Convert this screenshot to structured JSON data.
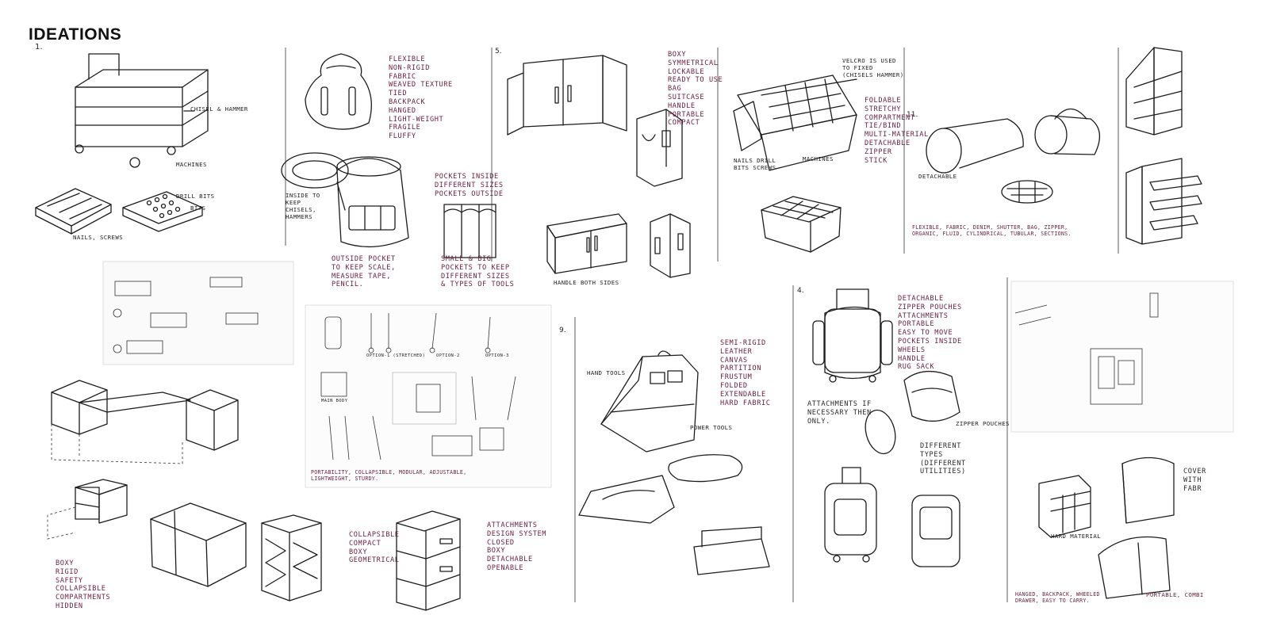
{
  "title": "IDEATIONS",
  "section_numbers": {
    "n1": "1.",
    "n4": "4.",
    "n5": "5.",
    "n9": "9.",
    "n11": "11."
  },
  "notes": {
    "sack": [
      "FLEXIBLE",
      "NON-RIGID",
      "FABRIC",
      "WEAVED TEXTURE",
      "TIED",
      "BACKPACK",
      "HANGED",
      "LIGHT-WEIGHT",
      "FRAGILE",
      "FLUFFY"
    ],
    "box5": [
      "BOXY",
      "SYMMETRICAL",
      "LOCKABLE",
      "READY TO USE",
      "BAG",
      "SUITCASE",
      "HANDLE",
      "PORTABLE",
      "COMPACT"
    ],
    "foldable": [
      "FOLDABLE",
      "STRETCHY",
      "COMPARTMENT",
      "TIE/BIND",
      "MULTI-MATERIAL",
      "DETACHABLE",
      "ZIPPER",
      "STICK"
    ],
    "pockets": [
      "POCKETS INSIDE",
      "DIFFERENT SIZES",
      "POCKETS OUTSIDE"
    ],
    "outside_pocket": [
      "OUTSIDE POCKET",
      "TO KEEP SCALE,",
      "MEASURE TAPE,",
      "PENCIL."
    ],
    "small_pockets": [
      "SMALL & BIG",
      "POCKETS TO KEEP",
      "DIFFERENT SIZES",
      "& TYPES OF TOOLS"
    ],
    "cylinder": [
      "FLEXIBLE, FABRIC, DENIM, SHUTTER, BAG, ZIPPER,",
      "ORGANIC, FLUID, CYLINDRICAL, TUBULAR, SECTIONS."
    ],
    "semi_rigid": [
      "SEMI-RIGID",
      "LEATHER",
      "CANVAS",
      "PARTITION",
      "FRUSTUM",
      "FOLDED",
      "EXTENDABLE",
      "HARD FABRIC"
    ],
    "detachable": [
      "DETACHABLE",
      "ZIPPER POUCHES",
      "ATTACHMENTS",
      "PORTABLE",
      "EASY TO MOVE",
      "POCKETS INSIDE",
      "WHEELS",
      "HANDLE",
      "RUG SACK"
    ],
    "collapsible": [
      "COLLAPSIBLE",
      "COMPACT",
      "BOXY",
      "GEOMETRICAL"
    ],
    "attachments": [
      "ATTACHMENTS",
      "DESIGN SYSTEM",
      "CLOSED",
      "BOXY",
      "DETACHABLE",
      "OPENABLE"
    ],
    "boxy_rigid": [
      "BOXY",
      "RIGID",
      "SAFETY",
      "COLLAPSIBLE",
      "COMPARTMENTS",
      "HIDDEN"
    ],
    "attach_if": [
      "ATTACHMENTS IF",
      "NECESSARY THEN",
      "ONLY."
    ],
    "different_types": [
      "DIFFERENT",
      "TYPES",
      "(DIFFERENT",
      "UTILITIES)"
    ],
    "cover": [
      "COVER",
      "WITH",
      "FABR"
    ],
    "hanged": [
      "HANGED, BACKPACK, WHEELED",
      "DRAWER, EASY TO CARRY."
    ],
    "trolley_caption": [
      "PORTABILITY, COLLAPSIBLE, MODULAR, ADJUSTABLE,",
      "LIGHTWEIGHT, STURDY."
    ]
  },
  "labels": {
    "chisel": "CHISEL & HAMMER",
    "machines": "MACHINES",
    "drill_bits": "DRILL BITS",
    "drill_bits_2": "BITS",
    "nails": "NAILS, SCREWS",
    "inside": "INSIDE TO KEEP CHISELS, HAMMERS",
    "handle_both": "HANDLE BOTH SIDES",
    "velcro": "VELCRO IS USED TO FIXED (CHISELS HAMMER)",
    "nails_drill": "NAILS DRILL BITS SCREWS",
    "machines2": "MACHINES",
    "detachable_lbl": "DETACHABLE",
    "hand_tools": "HAND TOOLS",
    "power_tools": "POWER TOOLS",
    "zipper_pouches": "ZIPPER POUCHES",
    "hard_material": "HARD MATERIAL",
    "portable_combi": "PORTABLE, COMBI",
    "opt1": "OPTION-1 (STRETCHED)",
    "opt2": "OPTION-2",
    "opt3": "OPTION-3",
    "main_body": "MAIN BODY"
  }
}
